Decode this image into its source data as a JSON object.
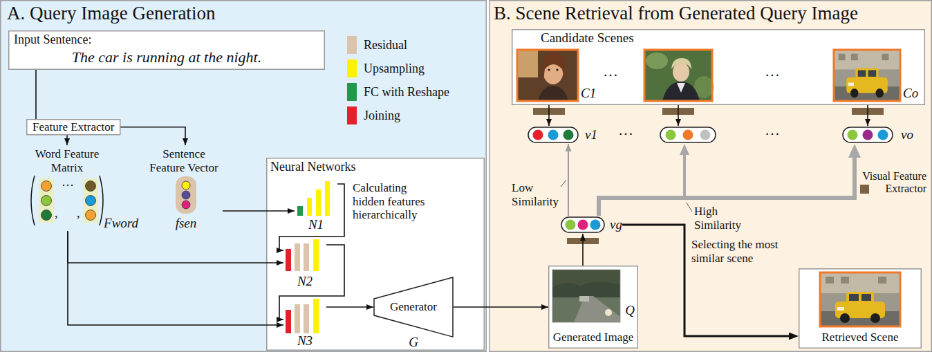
{
  "diagram": {
    "nodes": [
      {
        "text": [
          "A. Query Image Generation"
        ]
      },
      {
        "text": [
          "Input Sentence:",
          "The car is running at the night."
        ],
        "in": 0
      },
      {
        "text": [
          "Feature Extractor"
        ],
        "in": 0
      },
      {
        "text": [
          "Word Feature Matrix",
          "Fword"
        ],
        "in": 0
      },
      {
        "text": [
          "Sentence Feature Vector",
          "fsen"
        ],
        "in": 0
      },
      {
        "text": [
          "Neural Networks"
        ],
        "in": 0
      },
      {
        "text": [
          "N1"
        ],
        "in": 5
      },
      {
        "text": [
          "N2"
        ],
        "in": 5
      },
      {
        "text": [
          "N3"
        ],
        "in": 5
      },
      {
        "text": [
          "Generator",
          "G"
        ],
        "in": 5
      },
      {
        "text": [
          "B. Scene Retrieval from Generated Query Image"
        ]
      },
      {
        "text": [
          "Candidate Scenes"
        ],
        "in": 10
      },
      {
        "text": [
          "v1"
        ],
        "in": 10
      },
      {
        "text": [
          "vo"
        ],
        "in": 10
      },
      {
        "text": [
          "vg"
        ],
        "in": 10
      },
      {
        "text": [
          "Q",
          "Generated Image"
        ],
        "in": 10
      },
      {
        "text": [
          "Retrieved Scene"
        ],
        "in": 10
      }
    ],
    "edges": [
      {
        "from": 1,
        "to": 2,
        "arrow": "none"
      },
      {
        "from": 2,
        "to": 3,
        "arrow": "to"
      },
      {
        "from": 2,
        "to": 4,
        "arrow": "to"
      },
      {
        "from": 4,
        "to": 6,
        "arrow": "to"
      },
      {
        "from": 3,
        "to": 7,
        "arrow": "to"
      },
      {
        "from": 3,
        "to": 8,
        "arrow": "to"
      },
      {
        "from": 6,
        "to": 7,
        "arrow": "to"
      },
      {
        "from": 7,
        "to": 8,
        "arrow": "to"
      },
      {
        "from": 8,
        "to": 9,
        "arrow": "to"
      },
      {
        "from": 9,
        "to": 15,
        "arrow": "to"
      },
      {
        "from": 11,
        "to": 12,
        "arrow": "to"
      },
      {
        "from": 11,
        "to": 13,
        "arrow": "to"
      },
      {
        "from": 15,
        "to": 14,
        "arrow": "to"
      },
      {
        "from": 14,
        "to": 12,
        "arrow": "to",
        "label": "Low Similarity"
      },
      {
        "from": 14,
        "to": 13,
        "arrow": "to",
        "label": "High Similarity"
      },
      {
        "from": 14,
        "to": 16,
        "arrow": "to",
        "label": "Selecting the most similar scene"
      }
    ],
    "labels": [
      "···",
      ",",
      ",",
      "Calculating hidden features hierarchically",
      "C1",
      "···",
      "···",
      "Co",
      "···",
      "···"
    ],
    "legend": [
      {
        "text": "Residual",
        "color": "#dcc3ab"
      },
      {
        "text": "Upsampling",
        "color": "#fff200"
      },
      {
        "text": "FC with Reshape",
        "color": "#1f9a4a"
      },
      {
        "text": "Joining",
        "color": "#e4202a"
      },
      {
        "text": "Visual Feature Extractor",
        "color": "#7b6242"
      }
    ]
  }
}
